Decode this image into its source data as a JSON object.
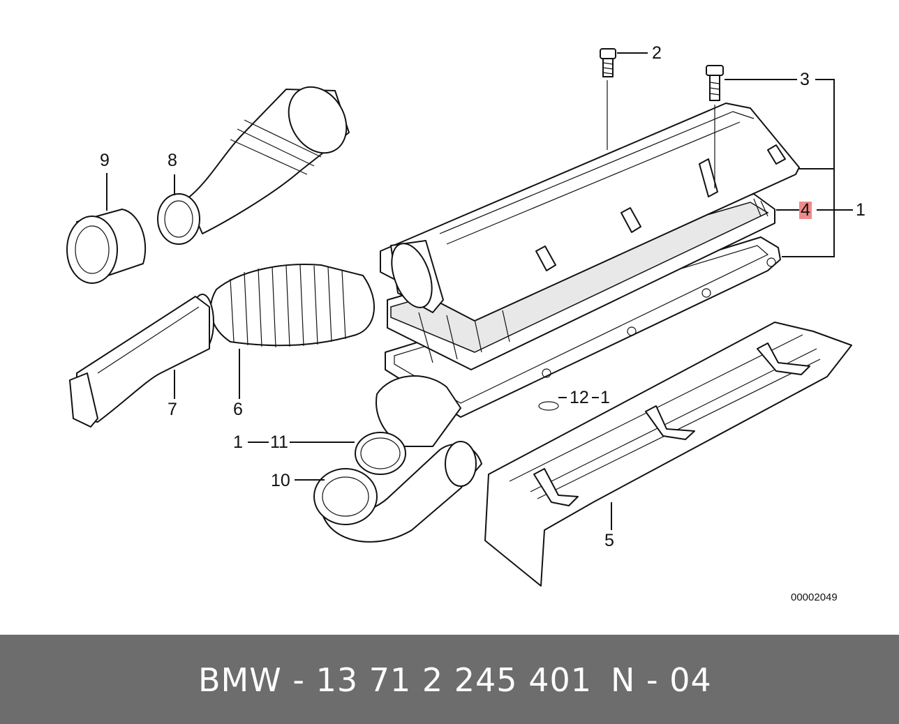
{
  "callouts": {
    "c2": "2",
    "c3": "3",
    "c4": "4",
    "c1": "1",
    "c9": "9",
    "c8": "8",
    "c7": "7",
    "c6": "6",
    "c12": "12",
    "c12b": "1",
    "c1b": "1",
    "c11": "11",
    "c10": "10",
    "c5": "5"
  },
  "reference_number": "00002049",
  "footer": {
    "part_text": "BMW - 13 71 2 245 401",
    "position_text": "N - 04"
  },
  "colors": {
    "footer_bg": "#6d6d6d",
    "highlight": "#f08a8a"
  }
}
